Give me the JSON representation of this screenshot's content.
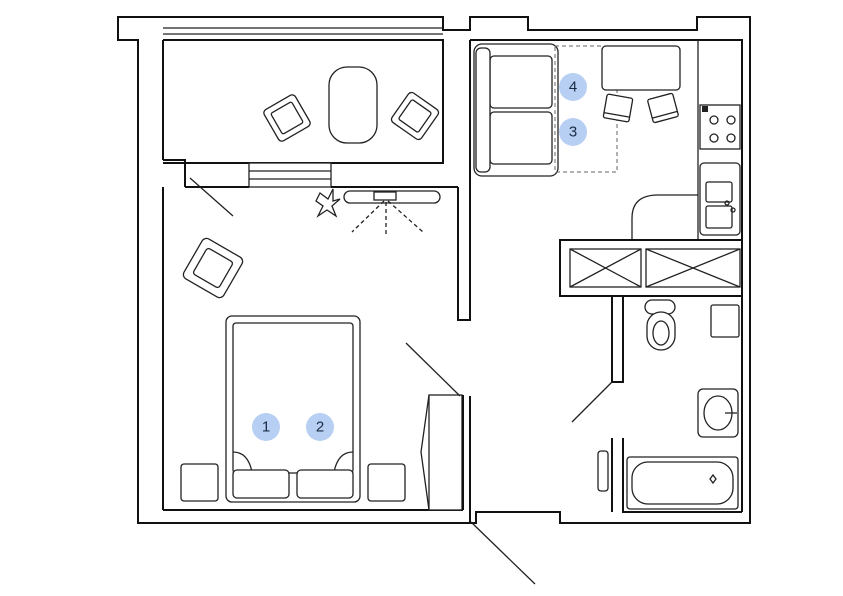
{
  "markers": [
    {
      "id": "marker-1",
      "label": "1"
    },
    {
      "id": "marker-2",
      "label": "2"
    },
    {
      "id": "marker-3",
      "label": "3"
    },
    {
      "id": "marker-4",
      "label": "4"
    }
  ],
  "colors": {
    "wall": "#111111",
    "marker_fill": "#b7cff2",
    "marker_text": "#1a2a44",
    "background": "#ffffff"
  }
}
